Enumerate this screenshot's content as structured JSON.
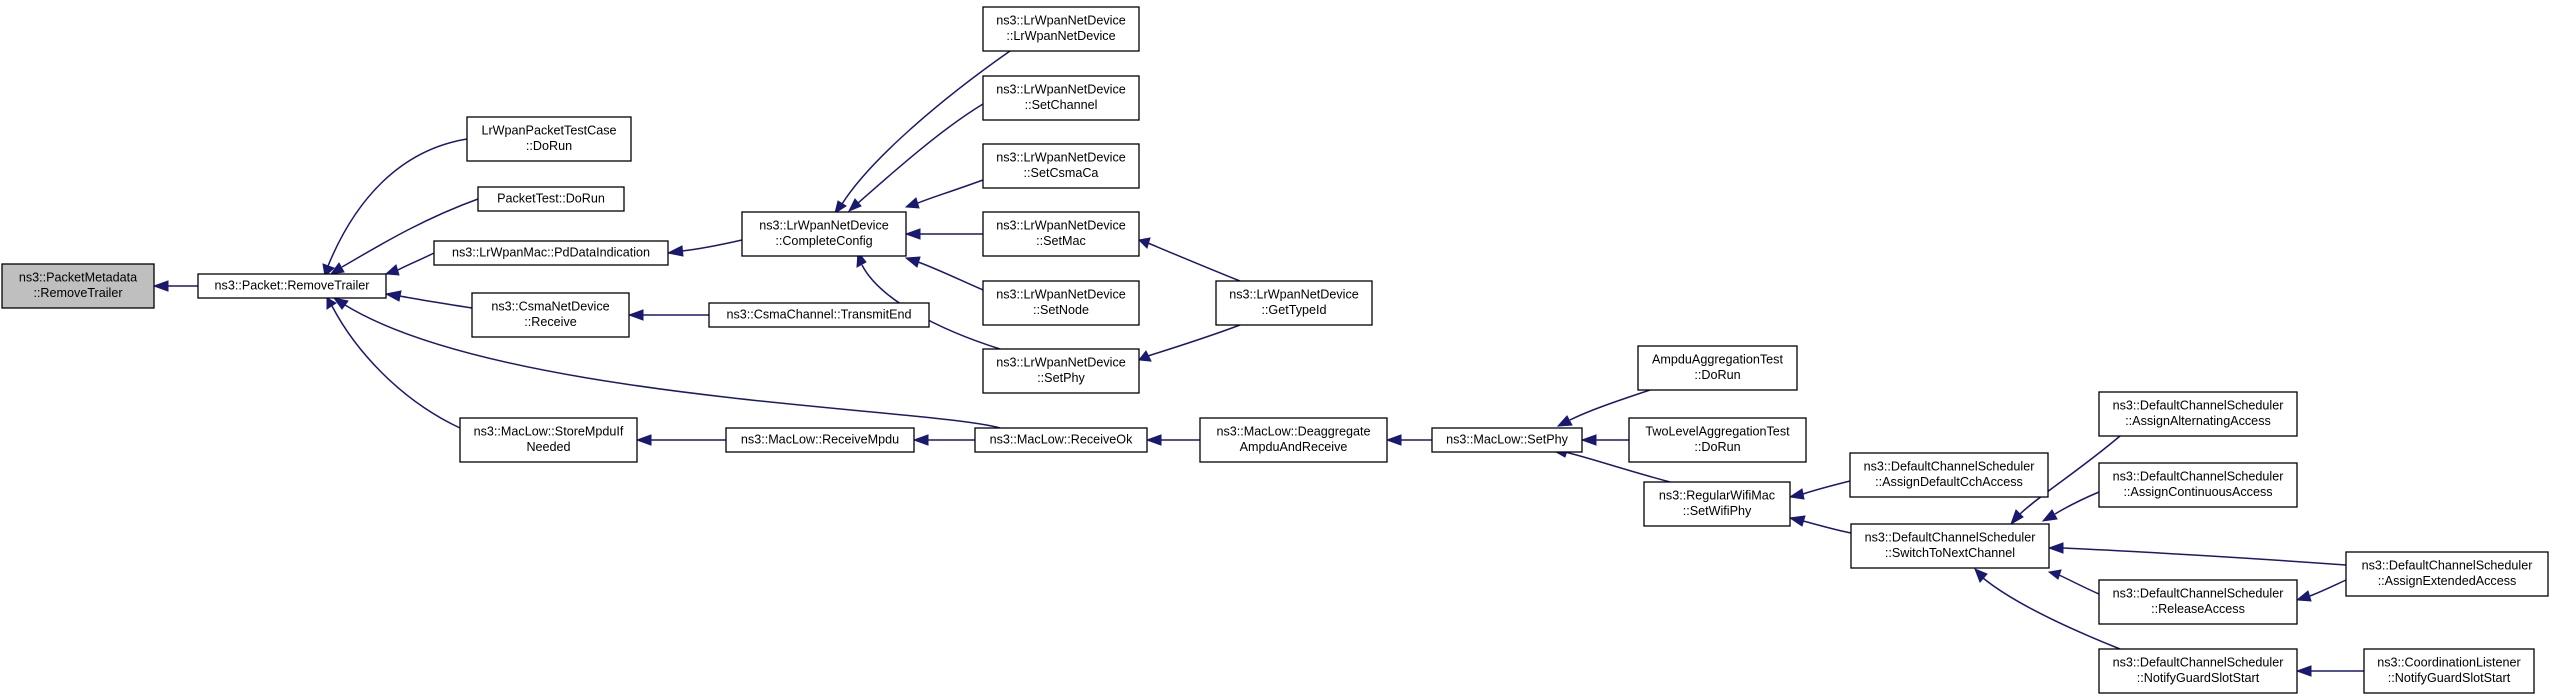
{
  "graph": {
    "edge_color": "#191970",
    "root_fill": "#bfbfbf",
    "nodes": [
      {
        "id": "remove-trailer-meta",
        "lines": [
          "ns3::PacketMetadata",
          "::RemoveTrailer"
        ],
        "root": true
      },
      {
        "id": "packet-remove-trailer",
        "lines": [
          "ns3::Packet::RemoveTrailer"
        ]
      },
      {
        "id": "lrwpan-packet-testcase",
        "lines": [
          "LrWpanPacketTestCase",
          "::DoRun"
        ]
      },
      {
        "id": "packet-test-dorun",
        "lines": [
          "PacketTest::DoRun"
        ]
      },
      {
        "id": "lrwpanmac-pddataindication",
        "lines": [
          "ns3::LrWpanMac::PdDataIndication"
        ]
      },
      {
        "id": "csma-receive",
        "lines": [
          "ns3::CsmaNetDevice",
          "::Receive"
        ]
      },
      {
        "id": "maclow-storempdu",
        "lines": [
          "ns3::MacLow::StoreMpduIf",
          "Needed"
        ]
      },
      {
        "id": "lrwpan-completeconfig",
        "lines": [
          "ns3::LrWpanNetDevice",
          "::CompleteConfig"
        ]
      },
      {
        "id": "csma-transmitend",
        "lines": [
          "ns3::CsmaChannel::TransmitEnd"
        ]
      },
      {
        "id": "maclow-receivempdu",
        "lines": [
          "ns3::MacLow::ReceiveMpdu"
        ]
      },
      {
        "id": "lrwpan-ctor",
        "lines": [
          "ns3::LrWpanNetDevice",
          "::LrWpanNetDevice"
        ]
      },
      {
        "id": "lrwpan-setchannel",
        "lines": [
          "ns3::LrWpanNetDevice",
          "::SetChannel"
        ]
      },
      {
        "id": "lrwpan-setcsmaca",
        "lines": [
          "ns3::LrWpanNetDevice",
          "::SetCsmaCa"
        ]
      },
      {
        "id": "lrwpan-setmac",
        "lines": [
          "ns3::LrWpanNetDevice",
          "::SetMac"
        ]
      },
      {
        "id": "lrwpan-setnode",
        "lines": [
          "ns3::LrWpanNetDevice",
          "::SetNode"
        ]
      },
      {
        "id": "lrwpan-setphy",
        "lines": [
          "ns3::LrWpanNetDevice",
          "::SetPhy"
        ]
      },
      {
        "id": "maclow-receiveok",
        "lines": [
          "ns3::MacLow::ReceiveOk"
        ]
      },
      {
        "id": "lrwpan-gettypeid",
        "lines": [
          "ns3::LrWpanNetDevice",
          "::GetTypeId"
        ]
      },
      {
        "id": "maclow-deaggregate",
        "lines": [
          "ns3::MacLow::Deaggregate",
          "AmpduAndReceive"
        ]
      },
      {
        "id": "maclow-setphy",
        "lines": [
          "ns3::MacLow::SetPhy"
        ]
      },
      {
        "id": "ampdu-aggregation-test",
        "lines": [
          "AmpduAggregationTest",
          "::DoRun"
        ]
      },
      {
        "id": "twolevel-aggregation-test",
        "lines": [
          "TwoLevelAggregationTest",
          "::DoRun"
        ]
      },
      {
        "id": "regularwifimac-setwifiphy",
        "lines": [
          "ns3::RegularWifiMac",
          "::SetWifiPhy"
        ]
      },
      {
        "id": "dcs-assigndefaultcch",
        "lines": [
          "ns3::DefaultChannelScheduler",
          "::AssignDefaultCchAccess"
        ]
      },
      {
        "id": "dcs-switchtonext",
        "lines": [
          "ns3::DefaultChannelScheduler",
          "::SwitchToNextChannel"
        ]
      },
      {
        "id": "dcs-assignalternating",
        "lines": [
          "ns3::DefaultChannelScheduler",
          "::AssignAlternatingAccess"
        ]
      },
      {
        "id": "dcs-assigncontinuous",
        "lines": [
          "ns3::DefaultChannelScheduler",
          "::AssignContinuousAccess"
        ]
      },
      {
        "id": "dcs-releaseaccess",
        "lines": [
          "ns3::DefaultChannelScheduler",
          "::ReleaseAccess"
        ]
      },
      {
        "id": "dcs-notifyguardslot",
        "lines": [
          "ns3::DefaultChannelScheduler",
          "::NotifyGuardSlotStart"
        ]
      },
      {
        "id": "dcs-assignextended",
        "lines": [
          "ns3::DefaultChannelScheduler",
          "::AssignExtendedAccess"
        ]
      },
      {
        "id": "coord-notifyguardslot",
        "lines": [
          "ns3::CoordinationListener",
          "::NotifyGuardSlotStart"
        ]
      }
    ]
  }
}
